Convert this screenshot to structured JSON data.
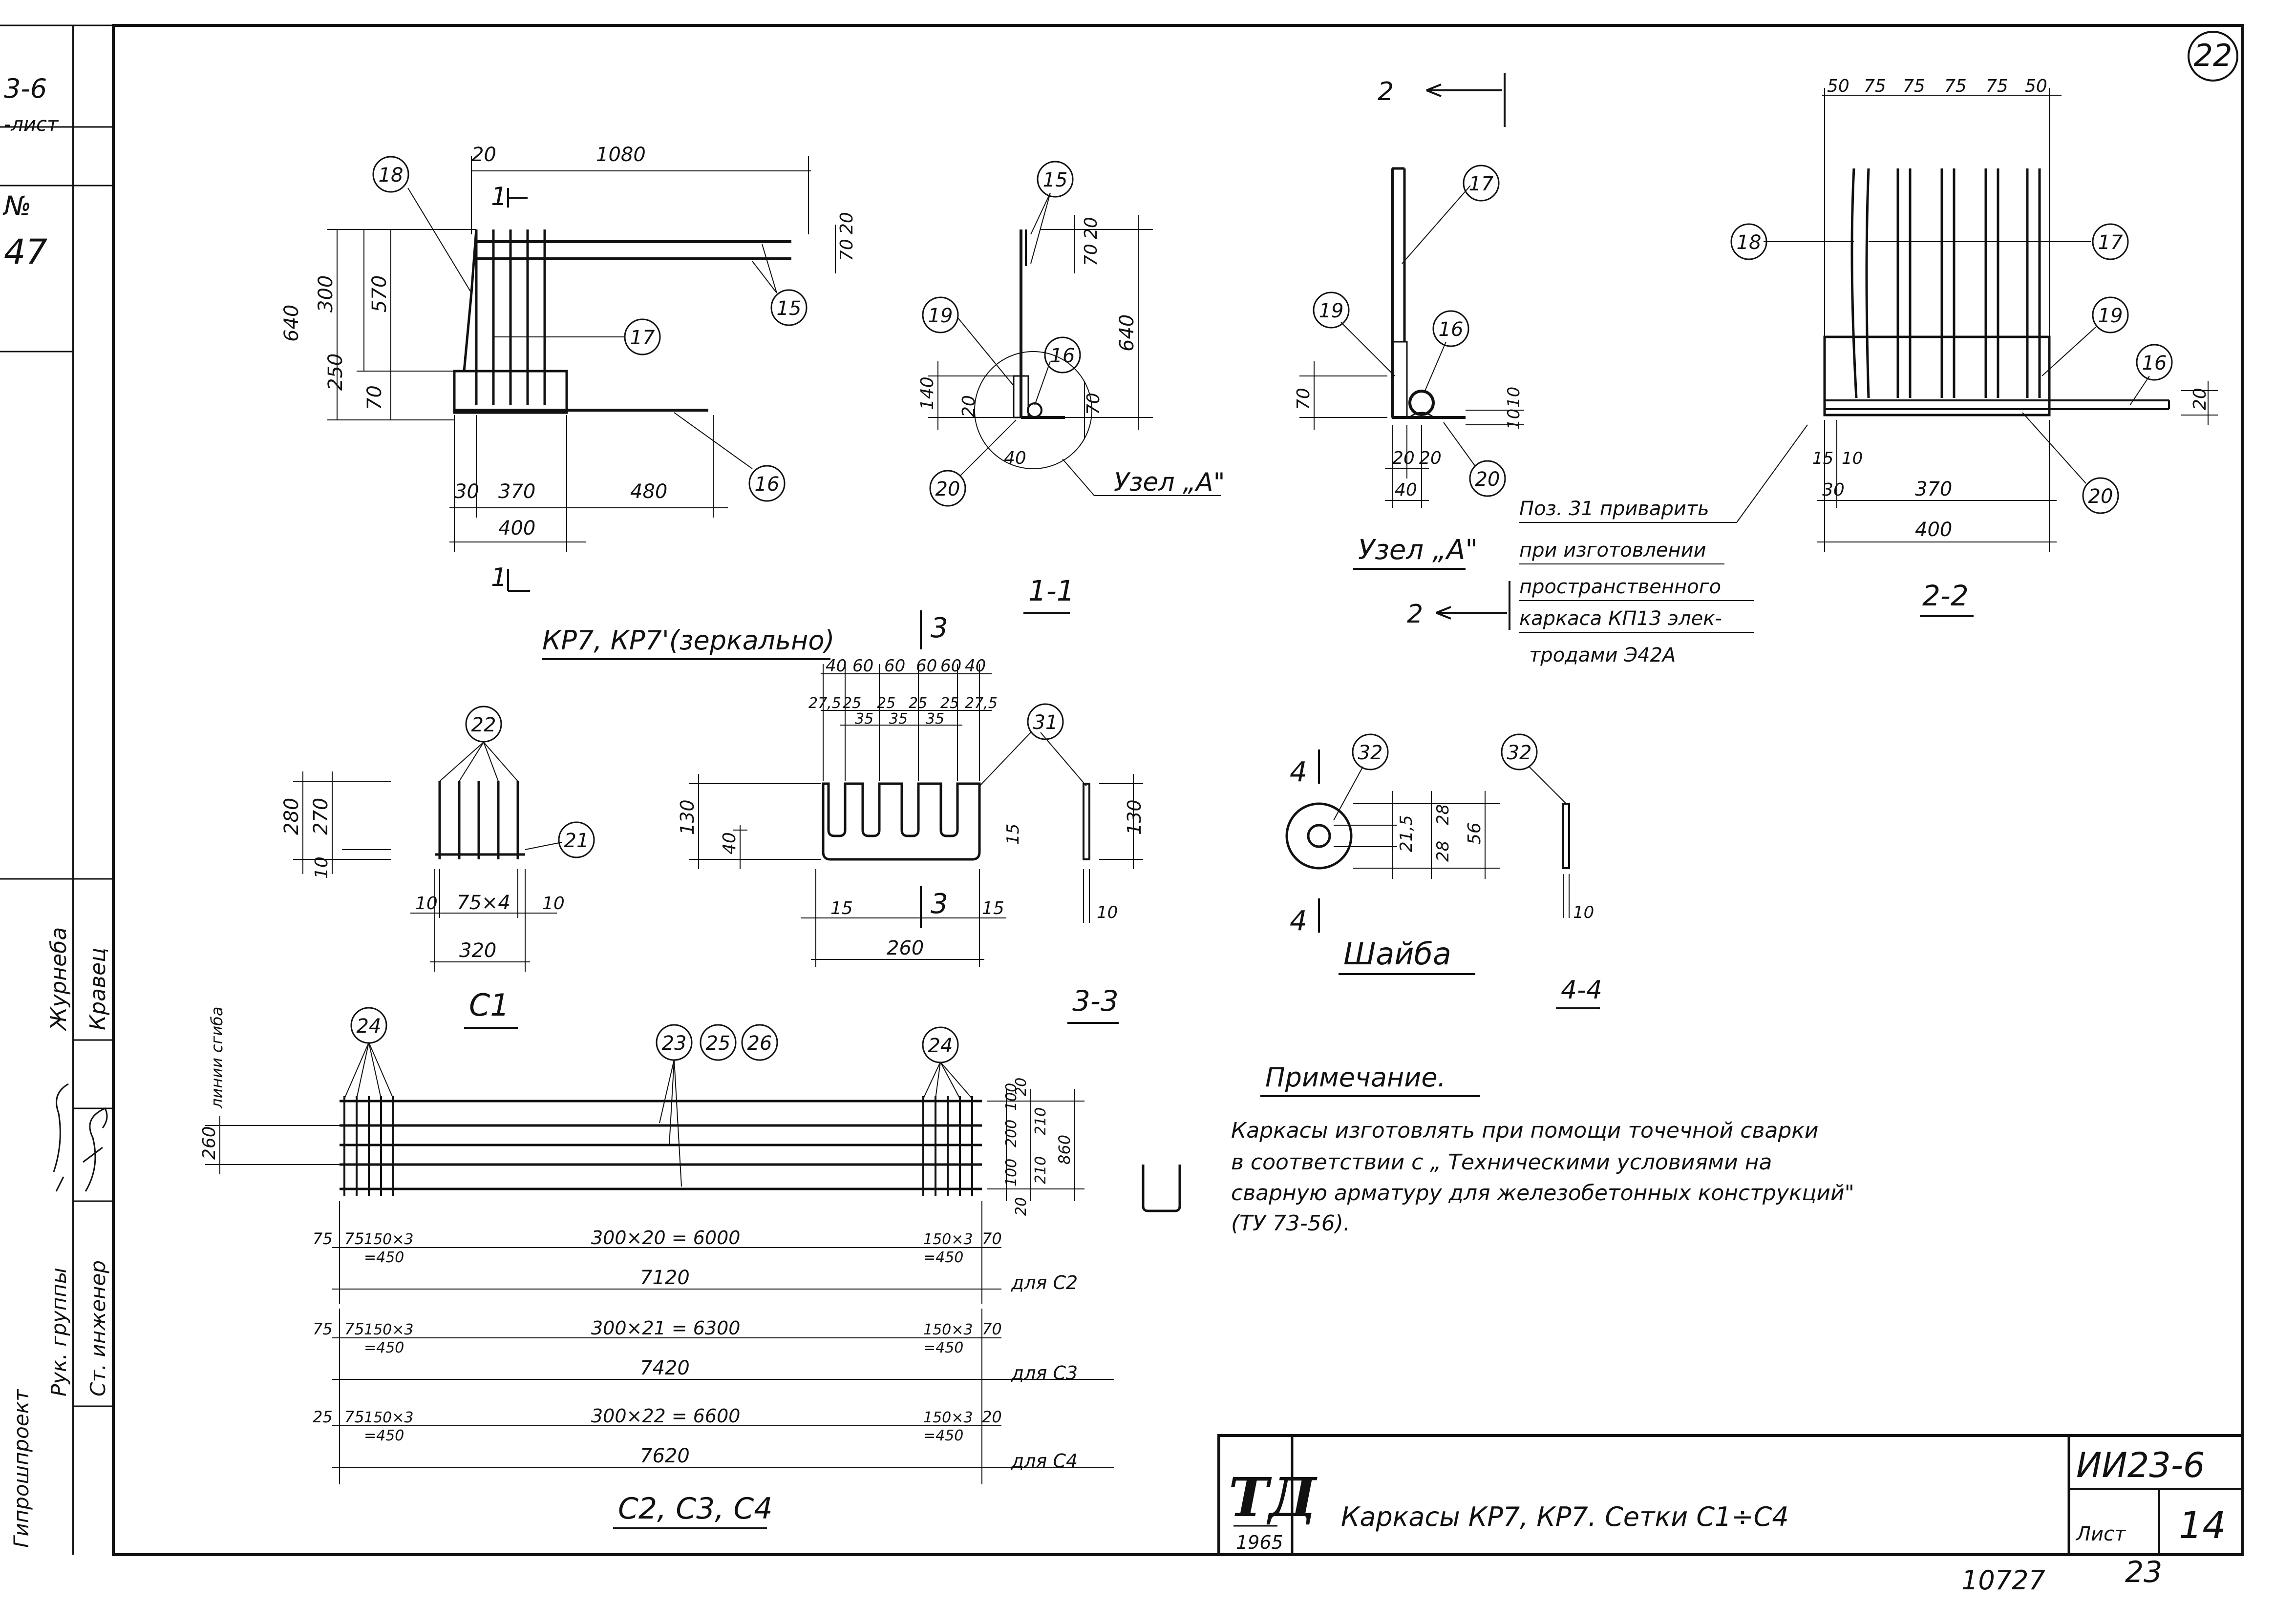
{
  "sheet": {
    "sheet_no_circle": "22",
    "doc_code": "ИИ23-6",
    "list_label": "Лист",
    "list_no": "14",
    "title": "Каркасы   КР7, КР7.   Сетки С1÷С4",
    "logo": "ТД",
    "year": "1965",
    "inv_no": "10727",
    "page_no": "23"
  },
  "left_strip": {
    "code_fragment": "3-6",
    "list_fragment": "-лист",
    "no_label": "№",
    "no_value": "47",
    "org": "Гипрошпроект",
    "roles": [
      "Рук. группы",
      "Ст. инженер"
    ],
    "names": [
      "Журнеба",
      "Кравец"
    ]
  },
  "drawings": {
    "kp7": {
      "title": "КР7, КР7'(зеркально)",
      "dims_top": [
        "20",
        "1080"
      ],
      "dims_left": [
        "640",
        "300",
        "570",
        "250",
        "70"
      ],
      "dims_right": [
        "20",
        "70"
      ],
      "dims_bottom": [
        "30",
        "370",
        "480",
        "400"
      ],
      "positions": [
        "18",
        "17",
        "15",
        "16"
      ],
      "section_marks": [
        "1",
        "1"
      ]
    },
    "sec11": {
      "title": "1-1",
      "dims": [
        "20",
        "70",
        "640",
        "140",
        "20",
        "70",
        "40"
      ],
      "positions": [
        "15",
        "19",
        "16",
        "20"
      ],
      "node_label": "Узел „А\""
    },
    "node_a": {
      "title": "Узел „А\"",
      "dims": [
        "70",
        "10",
        "10",
        "20",
        "20",
        "40"
      ],
      "positions": [
        "17",
        "19",
        "16",
        "20"
      ],
      "section_marks": [
        "2",
        "2"
      ],
      "note_lines": [
        "Поз. 31 приварить",
        "при изготовлении",
        "пространственного",
        "каркаса КП13 элек-",
        "тродами Э42А"
      ]
    },
    "sec22": {
      "title": "2-2",
      "dims_top": [
        "50",
        "75",
        "75",
        "75",
        "75",
        "50"
      ],
      "dims_bottom": [
        "15",
        "10",
        "30",
        "370",
        "400"
      ],
      "dim_right": "20",
      "positions": [
        "18",
        "17",
        "19",
        "16",
        "20"
      ]
    },
    "c1": {
      "title": "С1",
      "dims": [
        "280",
        "270",
        "10",
        "10",
        "75×4",
        "10",
        "320"
      ],
      "positions": [
        "22",
        "21"
      ]
    },
    "sec33": {
      "title": "3-3",
      "dims_top1": [
        "40",
        "60",
        "60",
        "60",
        "60",
        "40"
      ],
      "dims_top2": [
        "27,5",
        "25",
        "25",
        "25",
        "25",
        "27,5"
      ],
      "dims_top3": [
        "35",
        "35",
        "35"
      ],
      "dims": [
        "130",
        "40",
        "15",
        "15",
        "15",
        "260",
        "130",
        "10"
      ],
      "positions": [
        "31"
      ],
      "section_marks": [
        "3",
        "3"
      ]
    },
    "washer": {
      "title": "Шайба",
      "dims": [
        "21,5",
        "28",
        "28",
        "56"
      ],
      "positions": [
        "32"
      ],
      "section_marks": [
        "4",
        "4"
      ]
    },
    "sec44": {
      "title": "4-4",
      "dims": [
        "10"
      ],
      "positions": [
        "32"
      ]
    },
    "c234": {
      "title": "С2, С3, С4",
      "bend_label": "линии сгиба",
      "dims_left": [
        "260"
      ],
      "dims_right": [
        "100",
        "20",
        "210",
        "860",
        "100",
        "200",
        "210",
        "20"
      ],
      "positions_left": [
        "24"
      ],
      "positions_mid": [
        "23",
        "25",
        "26"
      ],
      "positions_right": [
        "24"
      ],
      "rows": [
        {
          "left_a": "75",
          "left_b": "75",
          "left_c": "150×3",
          "left_d": "=450",
          "mid": "300×20 = 6000",
          "right_c": "150×3",
          "right_d": "=450",
          "right_a": "70",
          "total": "7120",
          "label": "для С2"
        },
        {
          "left_a": "75",
          "left_b": "75",
          "left_c": "150×3",
          "left_d": "=450",
          "mid": "300×21 = 6300",
          "right_c": "150×3",
          "right_d": "=450",
          "right_a": "70",
          "total": "7420",
          "label": "для С3"
        },
        {
          "left_a": "25",
          "left_b": "75",
          "left_c": "150×3",
          "left_d": "=450",
          "mid": "300×22 = 6600",
          "right_c": "150×3",
          "right_d": "=450",
          "right_a": "20",
          "total": "7620",
          "label": "для С4"
        }
      ]
    }
  },
  "note": {
    "heading": "Примечание.",
    "lines": [
      "Каркасы изготовлять при помощи точечной сварки",
      "в соответствии с „ Техническими условиями на",
      "сварную арматуру для железобетонных конструкций\"",
      "(ТУ 73-56)."
    ]
  }
}
